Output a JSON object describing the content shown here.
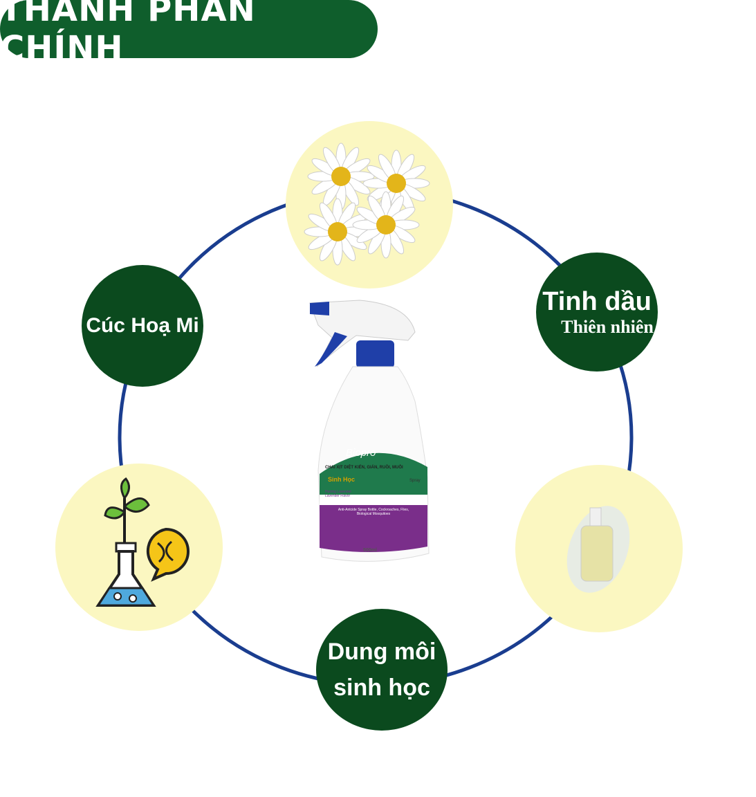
{
  "title": "THÀNH PHẦN CHÍNH",
  "nodes": {
    "cuc_hoa_mi": "Cúc Hoạ Mi",
    "tinh_dau_line1": "Tinh dầu",
    "tinh_dau_line2": "Thiên nhiên",
    "dung_moi_line1": "Dung môi",
    "dung_moi_line2": "sinh học"
  },
  "product": {
    "brand": "Biopro",
    "subtitle": "CHAI XỊT DIỆT KIẾN, GIÁN, RUỒI, MUỖI",
    "badge": "Sinh Học",
    "spray": "Spray",
    "flavor": "Hương Lavender Lavender Flavor",
    "desc": "Anti-Antcide Spray Bottle, Cockroaches, Flies, Biological Mosquitoes",
    "volume": "500ml"
  },
  "colors": {
    "green": "#0b4a1e",
    "ring": "#1a3d8f",
    "yellow": "#fbf7c1"
  }
}
